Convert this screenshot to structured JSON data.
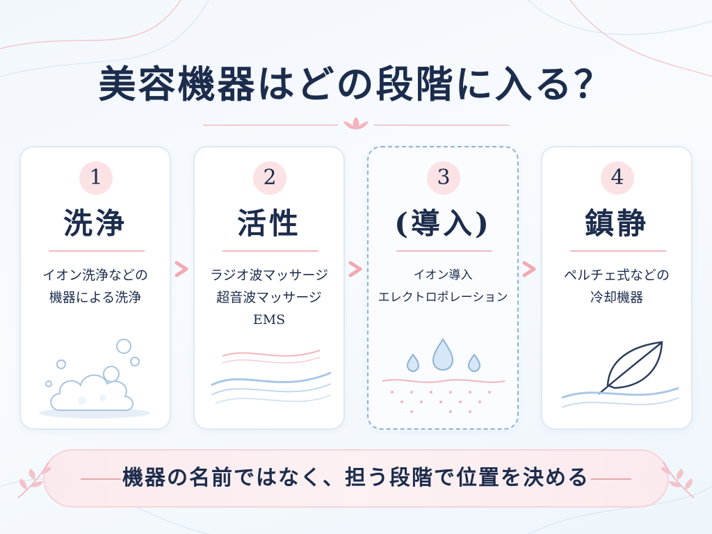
{
  "title": "美容機器はどの段階に入る？",
  "steps": [
    {
      "number": "1",
      "title": "洗浄",
      "desc_lines": [
        "イオン洗浄などの",
        "機器による洗浄"
      ],
      "illustration": "foam-bubbles-icon"
    },
    {
      "number": "2",
      "title": "活性",
      "desc_lines": [
        "ラジオ波マッサージ",
        "超音波マッサージ",
        "EMS"
      ],
      "illustration": "waves-icon"
    },
    {
      "number": "3",
      "title": "(導入)",
      "desc_lines": [
        "イオン導入",
        "エレクトロポレーション"
      ],
      "illustration": "water-drops-icon"
    },
    {
      "number": "4",
      "title": "鎮静",
      "desc_lines": [
        "ペルチェ式などの",
        "冷却機器"
      ],
      "illustration": "leaf-icon"
    }
  ],
  "banner": {
    "text": "機器の名前ではなく、担う段階で位置を決める"
  },
  "colors": {
    "navy": "#1c2c4c",
    "pink": "#f1b8bf",
    "badge": "#fbe2e5",
    "blue": "#8fb1d6",
    "arrow": "#f2a9b1"
  }
}
